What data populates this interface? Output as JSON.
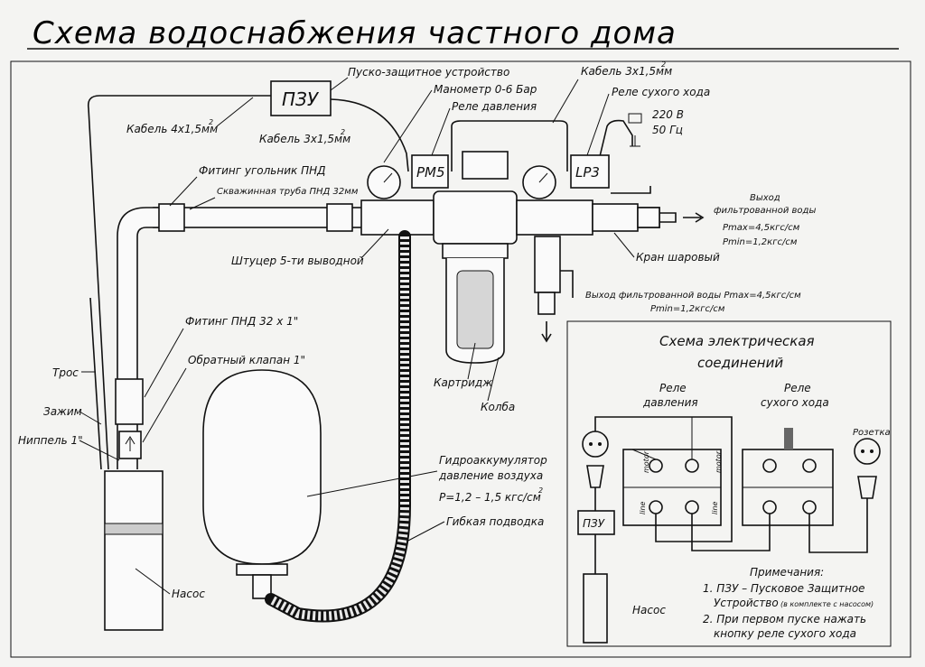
{
  "title": "Схема водоснабжения частного дома",
  "labels": {
    "pzu_box": "ПЗУ",
    "pzu_device": "Пуско-защитное устройство",
    "cable_4x15": "Кабель 4х1,5мм",
    "cable_3x15_a": "Кабель 3х1,5мм",
    "cable_3x15_b": "Кабель 3х1,5мм",
    "manometer": "Манометр 0-6 Бар",
    "pressure_relay": "Реле давления",
    "dry_run_relay": "Реле сухого хода",
    "rm5": "РМ5",
    "lp3": "LP3",
    "power_line1": "220 В",
    "power_line2": "50 Гц",
    "fitting_angle": "Фитинг угольник ПНД",
    "well_pipe": "Скважинная труба ПНД 32мм",
    "union_5way": "Штуцер 5-ти выводной",
    "fitting_pnd": "Фитинг ПНД 32 х 1\"",
    "check_valve": "Обратный клапан 1\"",
    "rope": "Трос",
    "clamp": "Зажим",
    "nipple": "Ниппель 1\"",
    "cartridge": "Картридж",
    "flask": "Колба",
    "accumulator_line1": "Гидроаккумулятор",
    "accumulator_line2": "давление воздуха",
    "accumulator_line3": "Р=1,2 – 1,5 кгс/см",
    "flex_hose": "Гибкая подводка",
    "pump": "Насос",
    "ball_valve": "Кран шаровый",
    "outlet1_line1": "Выход",
    "outlet1_line2": "фильтрованной воды",
    "outlet1_line3": "Рmax=4,5кгс/см",
    "outlet1_line4": "Рmin=1,2кгс/см",
    "outlet2_line1": "Выход фильтрованной воды Рmax=4,5кгс/см",
    "outlet2_line2": "Рmin=1,2кгс/см",
    "sup2": "2"
  },
  "electrical": {
    "title_line1": "Схема электрическая",
    "title_line2": "соединений",
    "pressure_relay_line1": "Реле",
    "pressure_relay_line2": "давления",
    "dry_relay_line1": "Реле",
    "dry_relay_line2": "сухого хода",
    "socket": "Розетка",
    "motor": "motor",
    "line": "line",
    "pzu": "ПЗУ",
    "pump": "Насос",
    "notes_title": "Примечания:",
    "note1": "1. ПЗУ – Пусковое Защитное",
    "note1b": "Устройство",
    "note1c": "(в комплекте с насосом)",
    "note2": "2. При первом пуске нажать",
    "note2b": "кнопку реле сухого хода"
  }
}
